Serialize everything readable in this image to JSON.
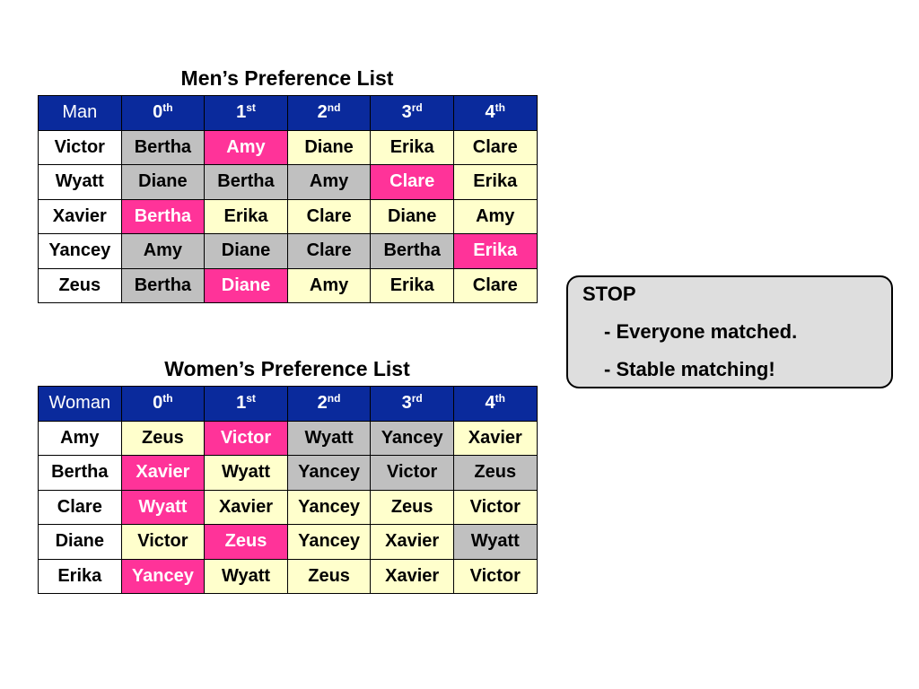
{
  "men": {
    "title": "Men’s Preference List",
    "header": [
      "Man",
      "0",
      "1",
      "2",
      "3",
      "4"
    ],
    "suffixes": [
      "",
      "th",
      "st",
      "nd",
      "rd",
      "th"
    ],
    "rows": [
      {
        "name": "Victor",
        "prefs": [
          "Bertha",
          "Amy",
          "Diane",
          "Erika",
          "Clare"
        ],
        "status": [
          "gray",
          "pink",
          "yellow",
          "yellow",
          "yellow"
        ]
      },
      {
        "name": "Wyatt",
        "prefs": [
          "Diane",
          "Bertha",
          "Amy",
          "Clare",
          "Erika"
        ],
        "status": [
          "gray",
          "gray",
          "gray",
          "pink",
          "yellow"
        ]
      },
      {
        "name": "Xavier",
        "prefs": [
          "Bertha",
          "Erika",
          "Clare",
          "Diane",
          "Amy"
        ],
        "status": [
          "pink",
          "yellow",
          "yellow",
          "yellow",
          "yellow"
        ]
      },
      {
        "name": "Yancey",
        "prefs": [
          "Amy",
          "Diane",
          "Clare",
          "Bertha",
          "Erika"
        ],
        "status": [
          "gray",
          "gray",
          "gray",
          "gray",
          "pink"
        ]
      },
      {
        "name": "Zeus",
        "prefs": [
          "Bertha",
          "Diane",
          "Amy",
          "Erika",
          "Clare"
        ],
        "status": [
          "gray",
          "pink",
          "yellow",
          "yellow",
          "yellow"
        ]
      }
    ]
  },
  "women": {
    "title": "Women’s Preference List",
    "header": [
      "Woman",
      "0",
      "1",
      "2",
      "3",
      "4"
    ],
    "suffixes": [
      "",
      "th",
      "st",
      "nd",
      "rd",
      "th"
    ],
    "rows": [
      {
        "name": "Amy",
        "prefs": [
          "Zeus",
          "Victor",
          "Wyatt",
          "Yancey",
          "Xavier"
        ],
        "status": [
          "yellow",
          "pink",
          "gray",
          "gray",
          "yellow"
        ]
      },
      {
        "name": "Bertha",
        "prefs": [
          "Xavier",
          "Wyatt",
          "Yancey",
          "Victor",
          "Zeus"
        ],
        "status": [
          "pink",
          "yellow",
          "gray",
          "gray",
          "gray"
        ]
      },
      {
        "name": "Clare",
        "prefs": [
          "Wyatt",
          "Xavier",
          "Yancey",
          "Zeus",
          "Victor"
        ],
        "status": [
          "pink",
          "yellow",
          "yellow",
          "yellow",
          "yellow"
        ]
      },
      {
        "name": "Diane",
        "prefs": [
          "Victor",
          "Zeus",
          "Yancey",
          "Xavier",
          "Wyatt"
        ],
        "status": [
          "yellow",
          "pink",
          "yellow",
          "yellow",
          "gray"
        ]
      },
      {
        "name": "Erika",
        "prefs": [
          "Yancey",
          "Wyatt",
          "Zeus",
          "Xavier",
          "Victor"
        ],
        "status": [
          "pink",
          "yellow",
          "yellow",
          "yellow",
          "yellow"
        ]
      }
    ]
  },
  "colors": {
    "header_bg": "#0a2a9c",
    "yellow": "#ffffcc",
    "gray": "#c0c0c0",
    "pink": "#ff3399"
  },
  "stop_box": {
    "title": "STOP",
    "lines": [
      "-  Everyone matched.",
      "-  Stable matching!"
    ]
  }
}
